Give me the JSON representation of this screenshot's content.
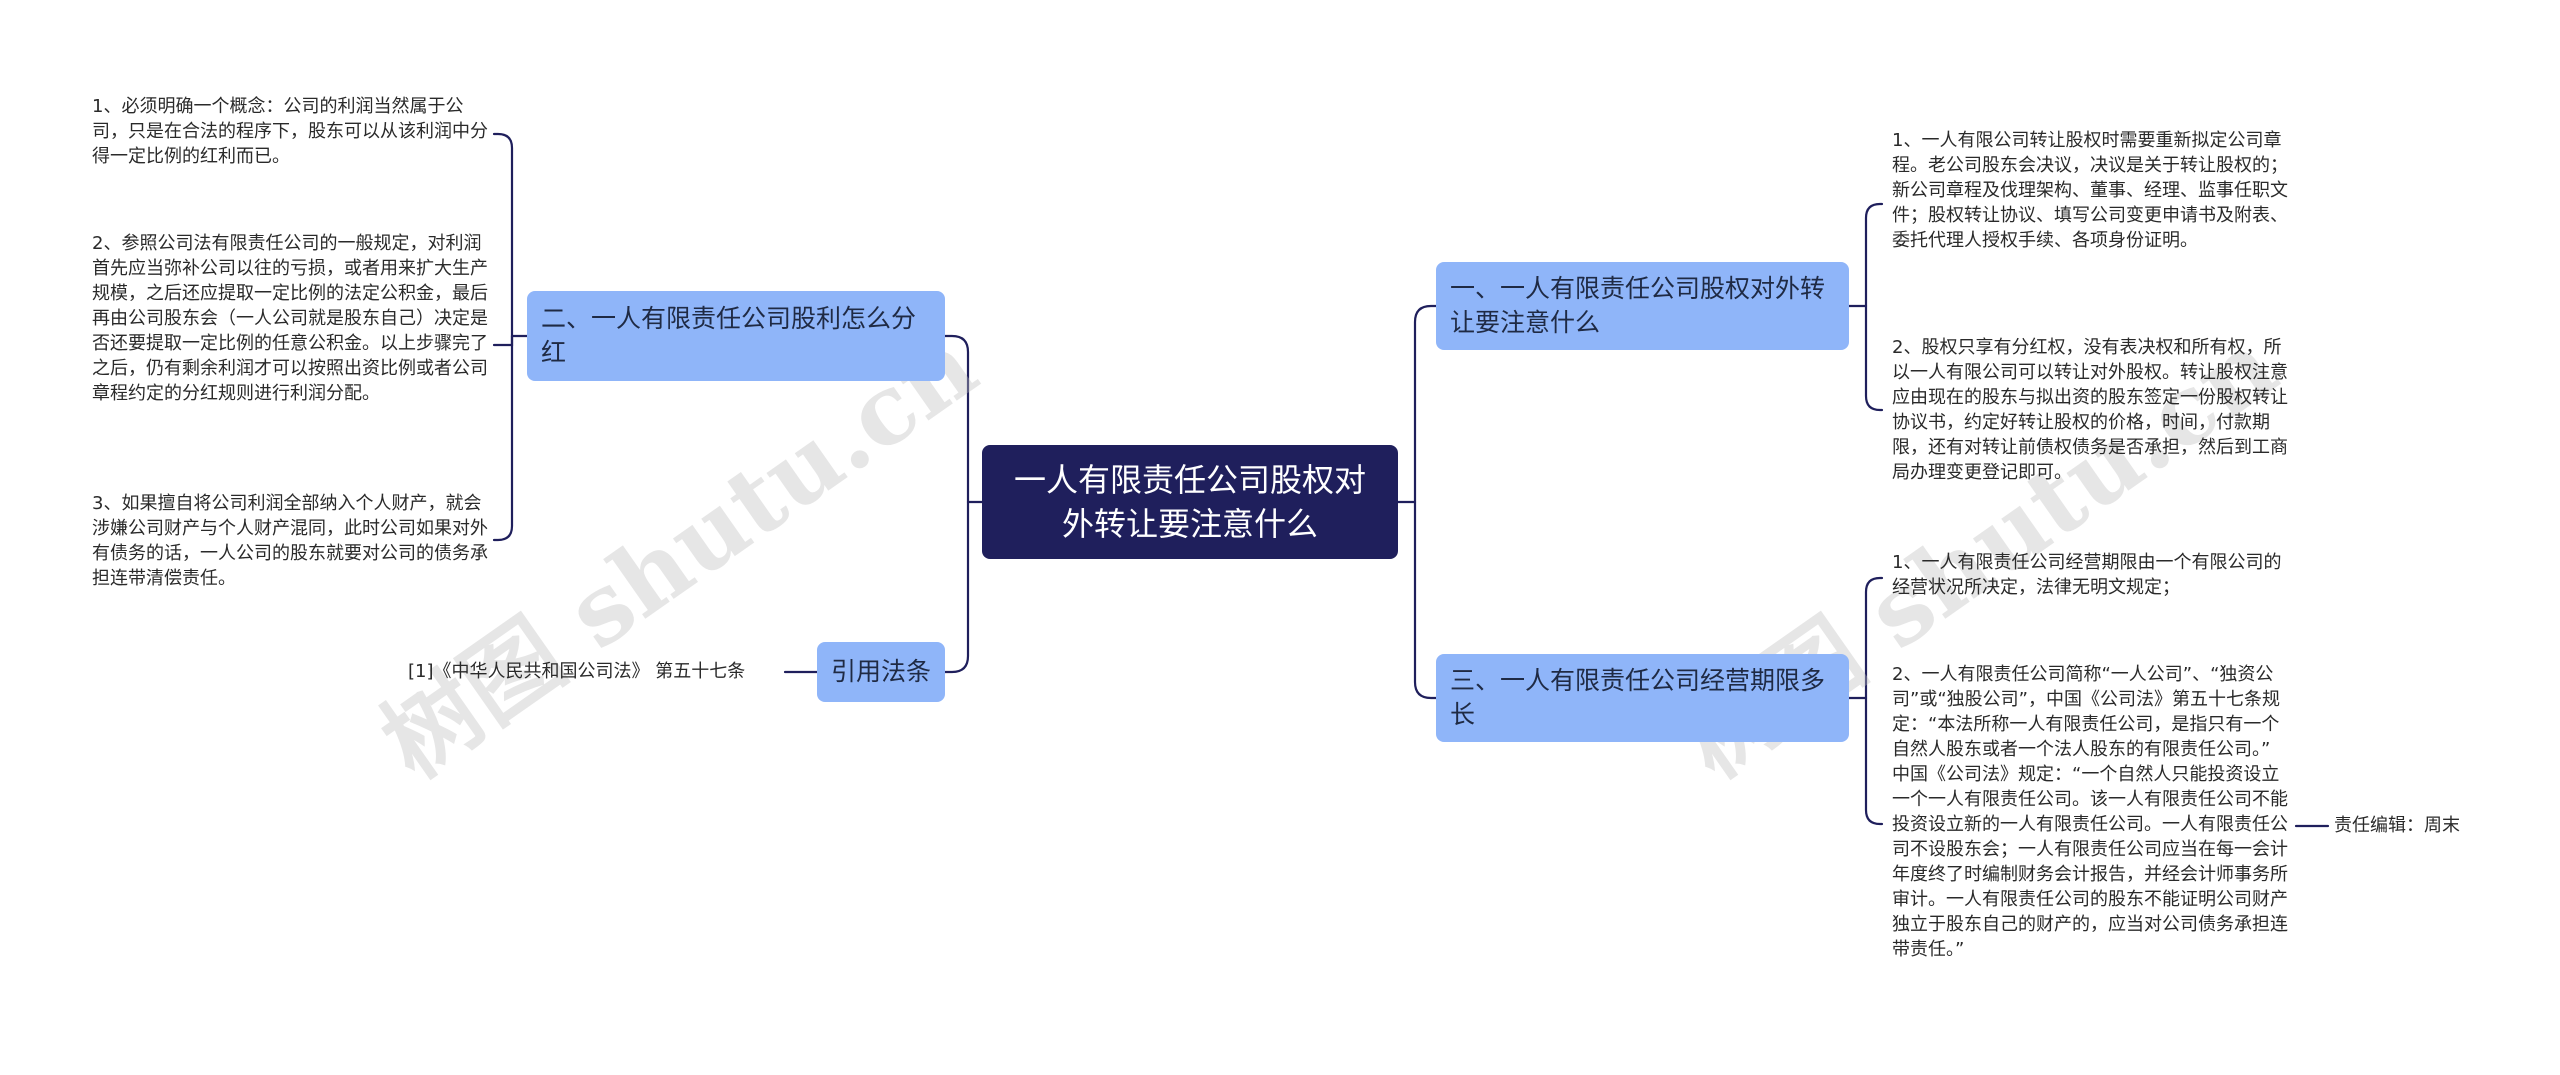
{
  "root": {
    "text": "一人有限责任公司股权对外转让要注意什么"
  },
  "branches": {
    "b1": "一、一人有限责任公司股权对外转让要注意什么",
    "b2": "二、一人有限责任公司股利怎么分红",
    "b3": "三、一人有限责任公司经营期限多长",
    "b4": "引用法条"
  },
  "leaves": {
    "r1_1": "1、一人有限公司转让股权时需要重新拟定公司章程。老公司股东会决议，决议是关于转让股权的；新公司章程及伐理架构、董事、经理、监事任职文件；股权转让协议、填写公司变更申请书及附表、委托代理人授权手续、各项身份证明。",
    "r1_2": "2、股权只享有分红权，没有表决权和所有权，所以一人有限公司可以转让对外股权。转让股权注意应由现在的股东与拟出资的股东签定一份股权转让协议书，约定好转让股权的价格，时间，付款期限，还有对转让前债权债务是否承担，然后到工商局办理变更登记即可。",
    "r3_1": "1、一人有限责任公司经营期限由一个有限公司的经营状况所决定，法律无明文规定；",
    "r3_2": "2、一人有限责任公司简称“一人公司”、“独资公司”或“独股公司”，中国《公司法》第五十七条规定：“本法所称一人有限责任公司，是指只有一个自然人股东或者一个法人股东的有限责任公司。” 中国《公司法》规定：“一个自然人只能投资设立一个一人有限责任公司。该一人有限责任公司不能投资设立新的一人有限责任公司。一人有限责任公司不设股东会；一人有限责任公司应当在每一会计年度终了时编制财务会计报告，并经会计师事务所审计。一人有限责任公司的股东不能证明公司财产独立于股东自己的财产的，应当对公司债务承担连带责任。”",
    "r3_2_1": "责任编辑：周末",
    "l2_1": "1、必须明确一个概念：公司的利润当然属于公司，只是在合法的程序下，股东可以从该利润中分得一定比例的红利而已。",
    "l2_2": "2、参照公司法有限责任公司的一般规定，对利润首先应当弥补公司以往的亏损，或者用来扩大生产规模，之后还应提取一定比例的法定公积金，最后再由公司股东会（一人公司就是股东自己）决定是否还要提取一定比例的任意公积金。以上步骤完了之后，仍有剩余利润才可以按照出资比例或者公司章程约定的分红规则进行利润分配。",
    "l2_3": "3、如果擅自将公司利润全部纳入个人财产，就会涉嫌公司财产与个人财产混同，此时公司如果对外有债务的话，一人公司的股东就要对公司的债务承担连带清偿责任。",
    "l4_1": "[1]《中华人民共和国公司法》 第五十七条"
  },
  "watermarks": [
    "树图 shutu.cn",
    "树图 shutu.cn"
  ],
  "colors": {
    "root_bg": "#1f1f5c",
    "branch_bg": "#8fb5f9",
    "connector": "#1f1f5c"
  }
}
